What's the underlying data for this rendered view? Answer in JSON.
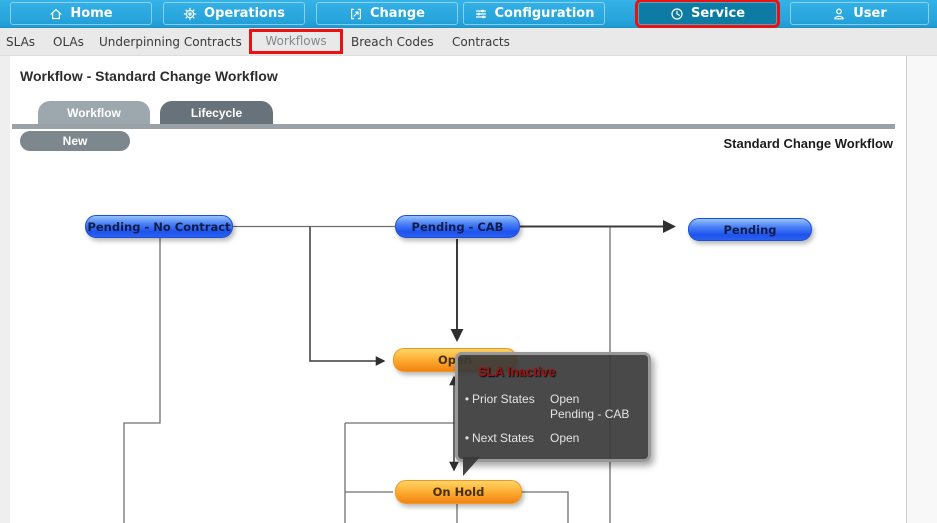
{
  "nav": {
    "items": [
      {
        "label": "Home",
        "icon": "home-icon"
      },
      {
        "label": "Operations",
        "icon": "operations-icon"
      },
      {
        "label": "Change",
        "icon": "change-icon"
      },
      {
        "label": "Configuration",
        "icon": "configuration-icon"
      },
      {
        "label": "Service",
        "icon": "service-icon",
        "selected": true,
        "highlighted": true
      },
      {
        "label": "User",
        "icon": "user-icon"
      }
    ]
  },
  "subnav": {
    "items": [
      {
        "label": "SLAs"
      },
      {
        "label": "OLAs"
      },
      {
        "label": "Underpinning Contracts"
      },
      {
        "label": "Workflows",
        "highlighted": true
      },
      {
        "label": "Breach Codes"
      },
      {
        "label": "Contracts"
      }
    ]
  },
  "page": {
    "title": "Workflow - Standard Change Workflow"
  },
  "tabs": [
    {
      "label": "Workflow",
      "active": true
    },
    {
      "label": "Lifecycle",
      "active": false
    }
  ],
  "toolbar": {
    "new_label": "New",
    "workflow_name": "Standard Change Workflow"
  },
  "workflow": {
    "nodes": [
      {
        "label": "Pending - No Contract",
        "type": "blue"
      },
      {
        "label": "Pending - CAB",
        "type": "blue"
      },
      {
        "label": "Pending",
        "type": "blue"
      },
      {
        "label": "Open",
        "type": "orange"
      },
      {
        "label": "On Hold",
        "type": "orange"
      }
    ]
  },
  "tooltip": {
    "title": "SLA Inactive",
    "rows": [
      {
        "label": "Prior States",
        "values": [
          "Open",
          "Pending - CAB"
        ]
      },
      {
        "label": "Next States",
        "values": [
          "Open"
        ]
      }
    ]
  },
  "colors": {
    "nav_bar_blue": "#29A7DE",
    "nav_selected_teal": "#0E7BA4",
    "annotation_red": "#E81212",
    "node_blue": "#2B62F2",
    "node_orange": "#F89B22",
    "tooltip_bg": "#3A3A3A",
    "tooltip_title_red": "#9A1414"
  }
}
